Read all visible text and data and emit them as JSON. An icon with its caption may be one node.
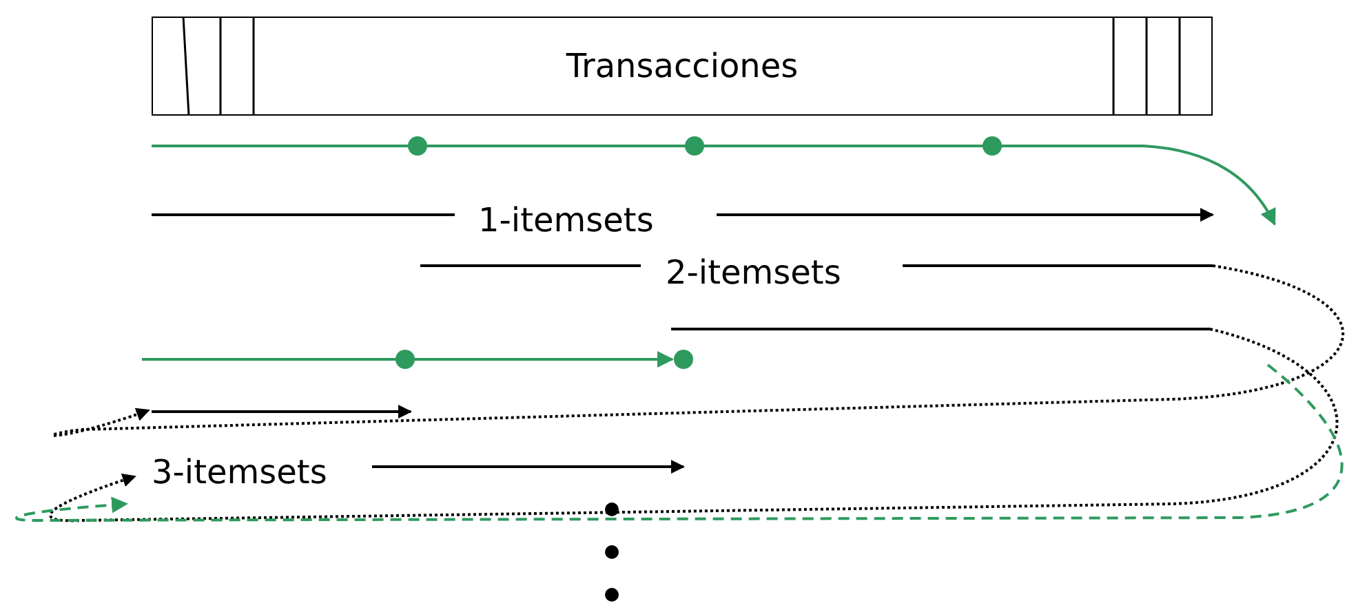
{
  "diagram": {
    "nodes": [
      {
        "text": [
          "Transacciones"
        ]
      }
    ],
    "labels": [
      "1-itemsets",
      "2-itemsets",
      "3-itemsets"
    ]
  }
}
